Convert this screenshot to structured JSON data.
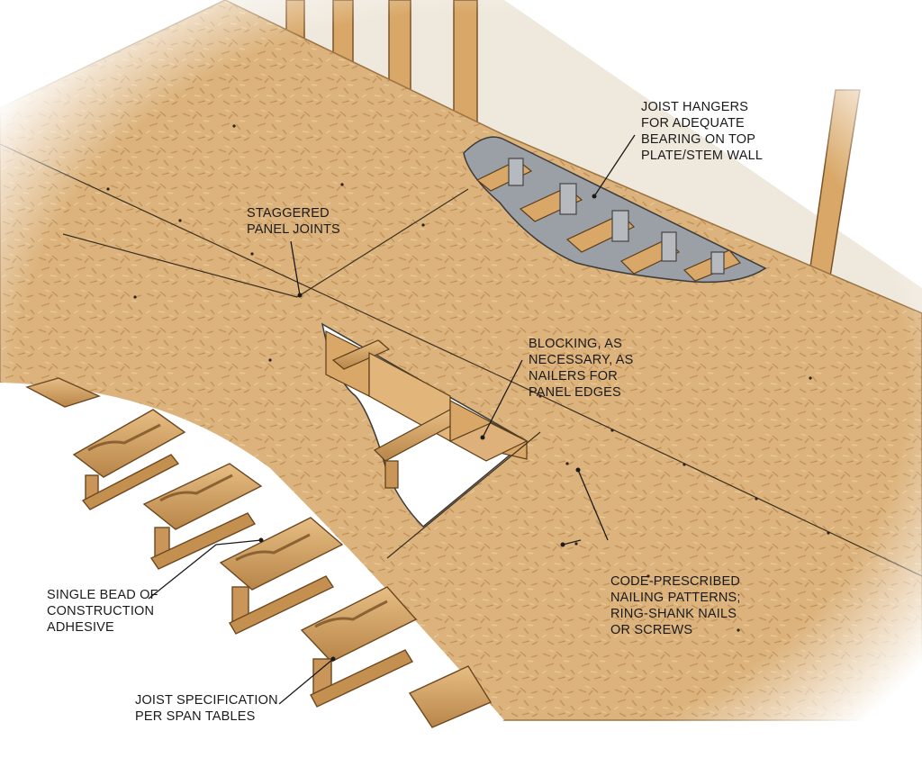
{
  "callouts": {
    "joist_hangers": [
      "JOIST HANGERS",
      "FOR ADEQUATE",
      "BEARING ON TOP",
      "PLATE/STEM WALL"
    ],
    "staggered_joints": [
      "STAGGERED",
      "PANEL JOINTS"
    ],
    "blocking": [
      "BLOCKING, AS",
      "NECESSARY, AS",
      "NAILERS FOR",
      "PANEL EDGES"
    ],
    "nailing": [
      "CODE-PRESCRIBED",
      "NAILING PATTERNS;",
      "RING-SHANK NAILS",
      "OR SCREWS"
    ],
    "adhesive": [
      "SINGLE BEAD OF",
      "CONSTRUCTION",
      "ADHESIVE"
    ],
    "joist_spec": [
      "JOIST SPECIFICATION",
      "PER SPAN TABLES"
    ]
  },
  "colors": {
    "osb": "#dbb27a",
    "osb_dark": "#b98d55",
    "wood": "#d9a868",
    "metal": "#a9adb2",
    "cavity": "#9aa0a6",
    "line": "#222222"
  }
}
